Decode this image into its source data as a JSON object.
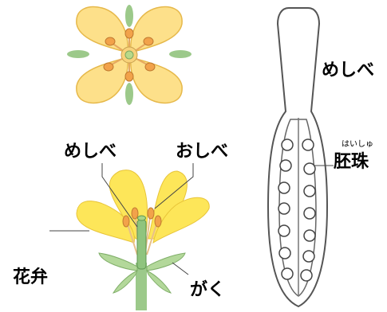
{
  "labels": {
    "pistil_side": "めしべ",
    "pistil_flower": "めしべ",
    "stamen": "おしべ",
    "petal": "花弁",
    "sepal": "がく",
    "ovule": "胚珠",
    "ovule_reading": "はいしゅ"
  },
  "colors": {
    "petal": "#fde08a",
    "petal_edge": "#e6b84a",
    "petal_side": "#fde659",
    "stamen": "#f2a24a",
    "green": "#9cc98a",
    "outline": "#333333",
    "ovule": "#ffffff"
  },
  "icons": [
    "flower-top-view",
    "flower-side-view",
    "pistil-cross-section"
  ]
}
